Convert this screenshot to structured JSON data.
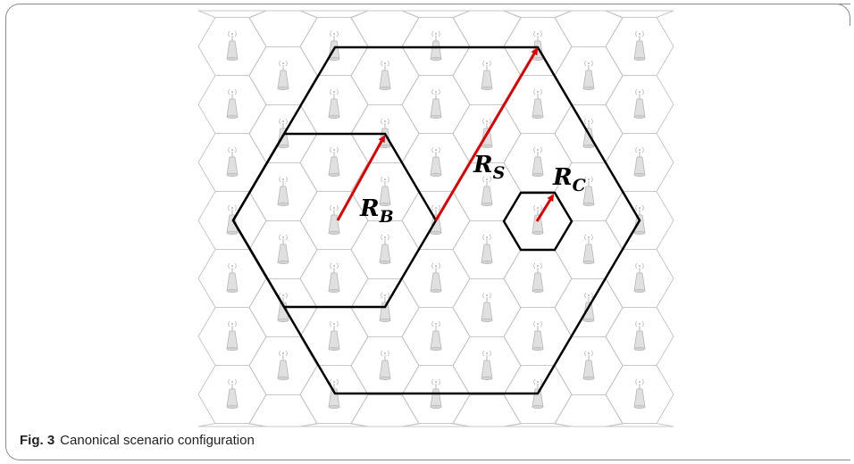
{
  "caption": {
    "figure_label": "Fig. 3",
    "text": "Canonical scenario configuration"
  },
  "diagram": {
    "labels": {
      "rb": {
        "main": "R",
        "sub": "B"
      },
      "rs": {
        "main": "R",
        "sub": "S"
      },
      "rc": {
        "main": "R",
        "sub": "C"
      }
    },
    "colors": {
      "cell_grid": "#c8c8c8",
      "hexagon_outline": "#000000",
      "radius_arrow": "#e00000",
      "tower": "#d9d9d9"
    },
    "icon": "antenna-tower-icon"
  }
}
